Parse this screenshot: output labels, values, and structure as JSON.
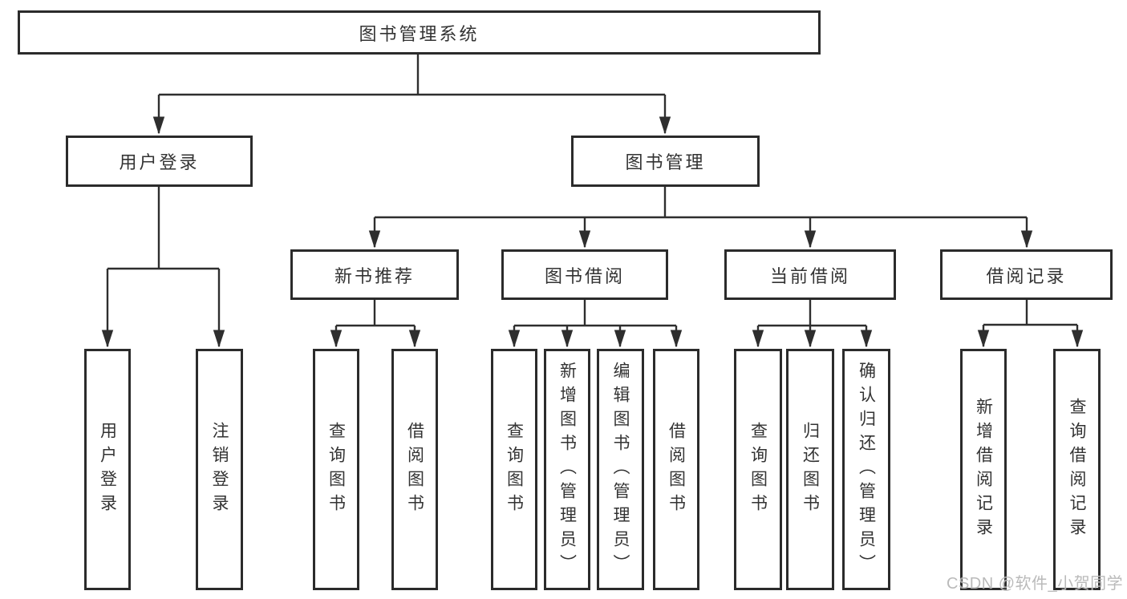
{
  "colors": {
    "line": "#2e2e2e",
    "box_border": "#2b2b2b",
    "text": "#333333",
    "watermark": "#b3b3b3",
    "background": "#ffffff"
  },
  "nodes": {
    "root": "图书管理系统",
    "user_login": "用户登录",
    "book_mgmt": "图书管理",
    "new_book_rec": "新书推荐",
    "book_borrow": "图书借阅",
    "current_borrow": "当前借阅",
    "borrow_record": "借阅记录",
    "ul_login": "用户登录",
    "ul_logout": "注销登录",
    "nb_query": "查询图书",
    "nb_borrow": "借阅图书",
    "bb_query": "查询图书",
    "bb_add": "新增图书（管理员）",
    "bb_edit": "编辑图书（管理员）",
    "bb_borrow": "借阅图书",
    "cb_query": "查询图书",
    "cb_return": "归还图书",
    "cb_confirm": "确认归还（管理员）",
    "br_add": "新增借阅记录",
    "br_query": "查询借阅记录"
  },
  "watermark": "CSDN @软件_小贺同学"
}
